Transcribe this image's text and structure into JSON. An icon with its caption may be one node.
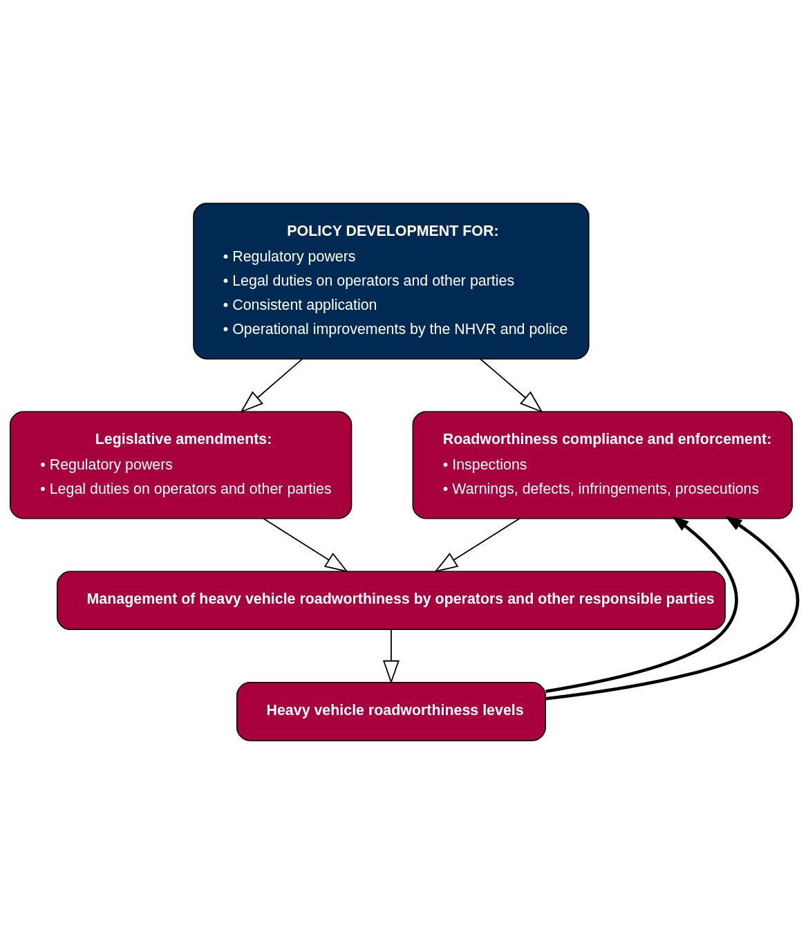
{
  "diagram": {
    "nodes": [
      {
        "text": [
          "POLICY DEVELOPMENT FOR:",
          "• Regulatory powers",
          "• Legal duties on operators and other parties",
          "• Consistent application",
          "• Operational improvements by the NHVR and police"
        ]
      },
      {
        "text": [
          "Legislative amendments:",
          "• Regulatory powers",
          "• Legal duties on operators and other parties"
        ]
      },
      {
        "text": [
          "Roadworthiness compliance and enforcement:",
          "• Inspections",
          "• Warnings, defects, infringements, prosecutions"
        ]
      },
      {
        "text": [
          "Management of heavy vehicle roadworthiness by operators and other responsible parties"
        ]
      },
      {
        "text": [
          "Heavy vehicle roadworthiness levels"
        ]
      }
    ],
    "edges": [
      {
        "from": 0,
        "to": 1,
        "arrow": "to"
      },
      {
        "from": 0,
        "to": 2,
        "arrow": "to"
      },
      {
        "from": 1,
        "to": 3,
        "arrow": "to"
      },
      {
        "from": 2,
        "to": 3,
        "arrow": "to"
      },
      {
        "from": 3,
        "to": 4,
        "arrow": "to"
      },
      {
        "from": 4,
        "to": 2,
        "arrow": "to",
        "style": "thick",
        "color": "#000000"
      },
      {
        "from": 4,
        "to": 2,
        "arrow": "to",
        "style": "thick",
        "color": "#000000"
      }
    ]
  }
}
